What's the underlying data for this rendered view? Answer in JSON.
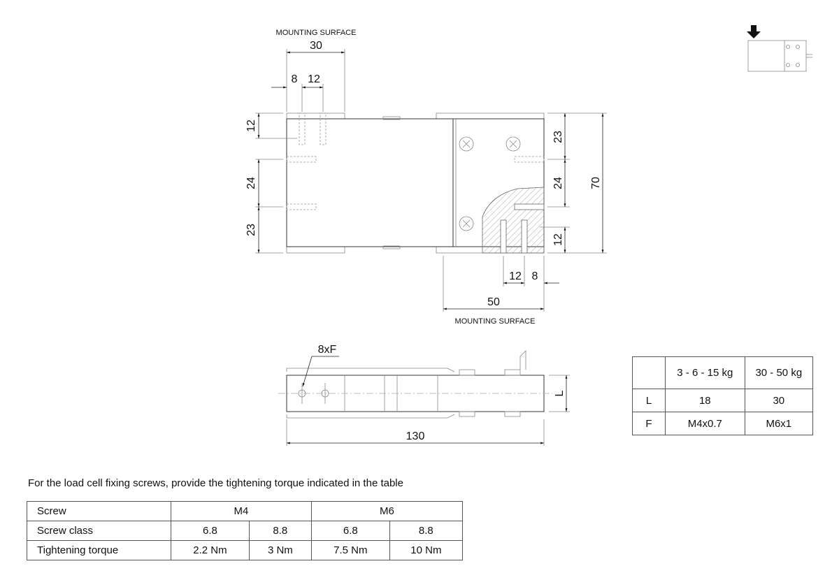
{
  "top_view": {
    "mounting_surface_top": "MOUNTING SURFACE",
    "mounting_surface_bottom": "MOUNTING SURFACE",
    "dims": {
      "top_width": "30",
      "top_8": "8",
      "top_12": "12",
      "left_12": "12",
      "left_24": "24",
      "left_23": "23",
      "right_23": "23",
      "right_24": "24",
      "right_12": "12",
      "overall_70": "70",
      "bottom_12": "12",
      "bottom_8": "8",
      "bottom_width": "50"
    }
  },
  "side_view": {
    "hole_label": "8xF",
    "length": "130",
    "height_label": "L"
  },
  "orientation_icon": "load-direction-arrow-icon",
  "variant_table": {
    "headers": [
      "",
      "3 - 6 - 15 kg",
      "30 - 50 kg"
    ],
    "rows": [
      [
        "L",
        "18",
        "30"
      ],
      [
        "F",
        "M4x0.7",
        "M6x1"
      ]
    ]
  },
  "note": "For the load cell fixing screws, provide the tightening torque indicated in the table",
  "torque_table": {
    "screw_label": "Screw",
    "m4": "M4",
    "m6": "M6",
    "class_label": "Screw class",
    "classes": [
      "6.8",
      "8.8",
      "6.8",
      "8.8"
    ],
    "torque_label": "Tightening torque",
    "torques": [
      "2.2 Nm",
      "3 Nm",
      "7.5 Nm",
      "10 Nm"
    ]
  }
}
